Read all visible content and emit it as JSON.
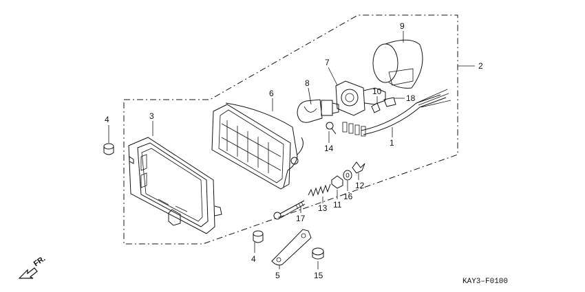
{
  "diagram": {
    "code": "KAY3–F0100",
    "direction_label": "FR.",
    "callouts": [
      "1",
      "2",
      "3",
      "4",
      "4",
      "5",
      "6",
      "7",
      "8",
      "9",
      "10",
      "11",
      "12",
      "13",
      "14",
      "15",
      "16",
      "17",
      "18"
    ]
  }
}
